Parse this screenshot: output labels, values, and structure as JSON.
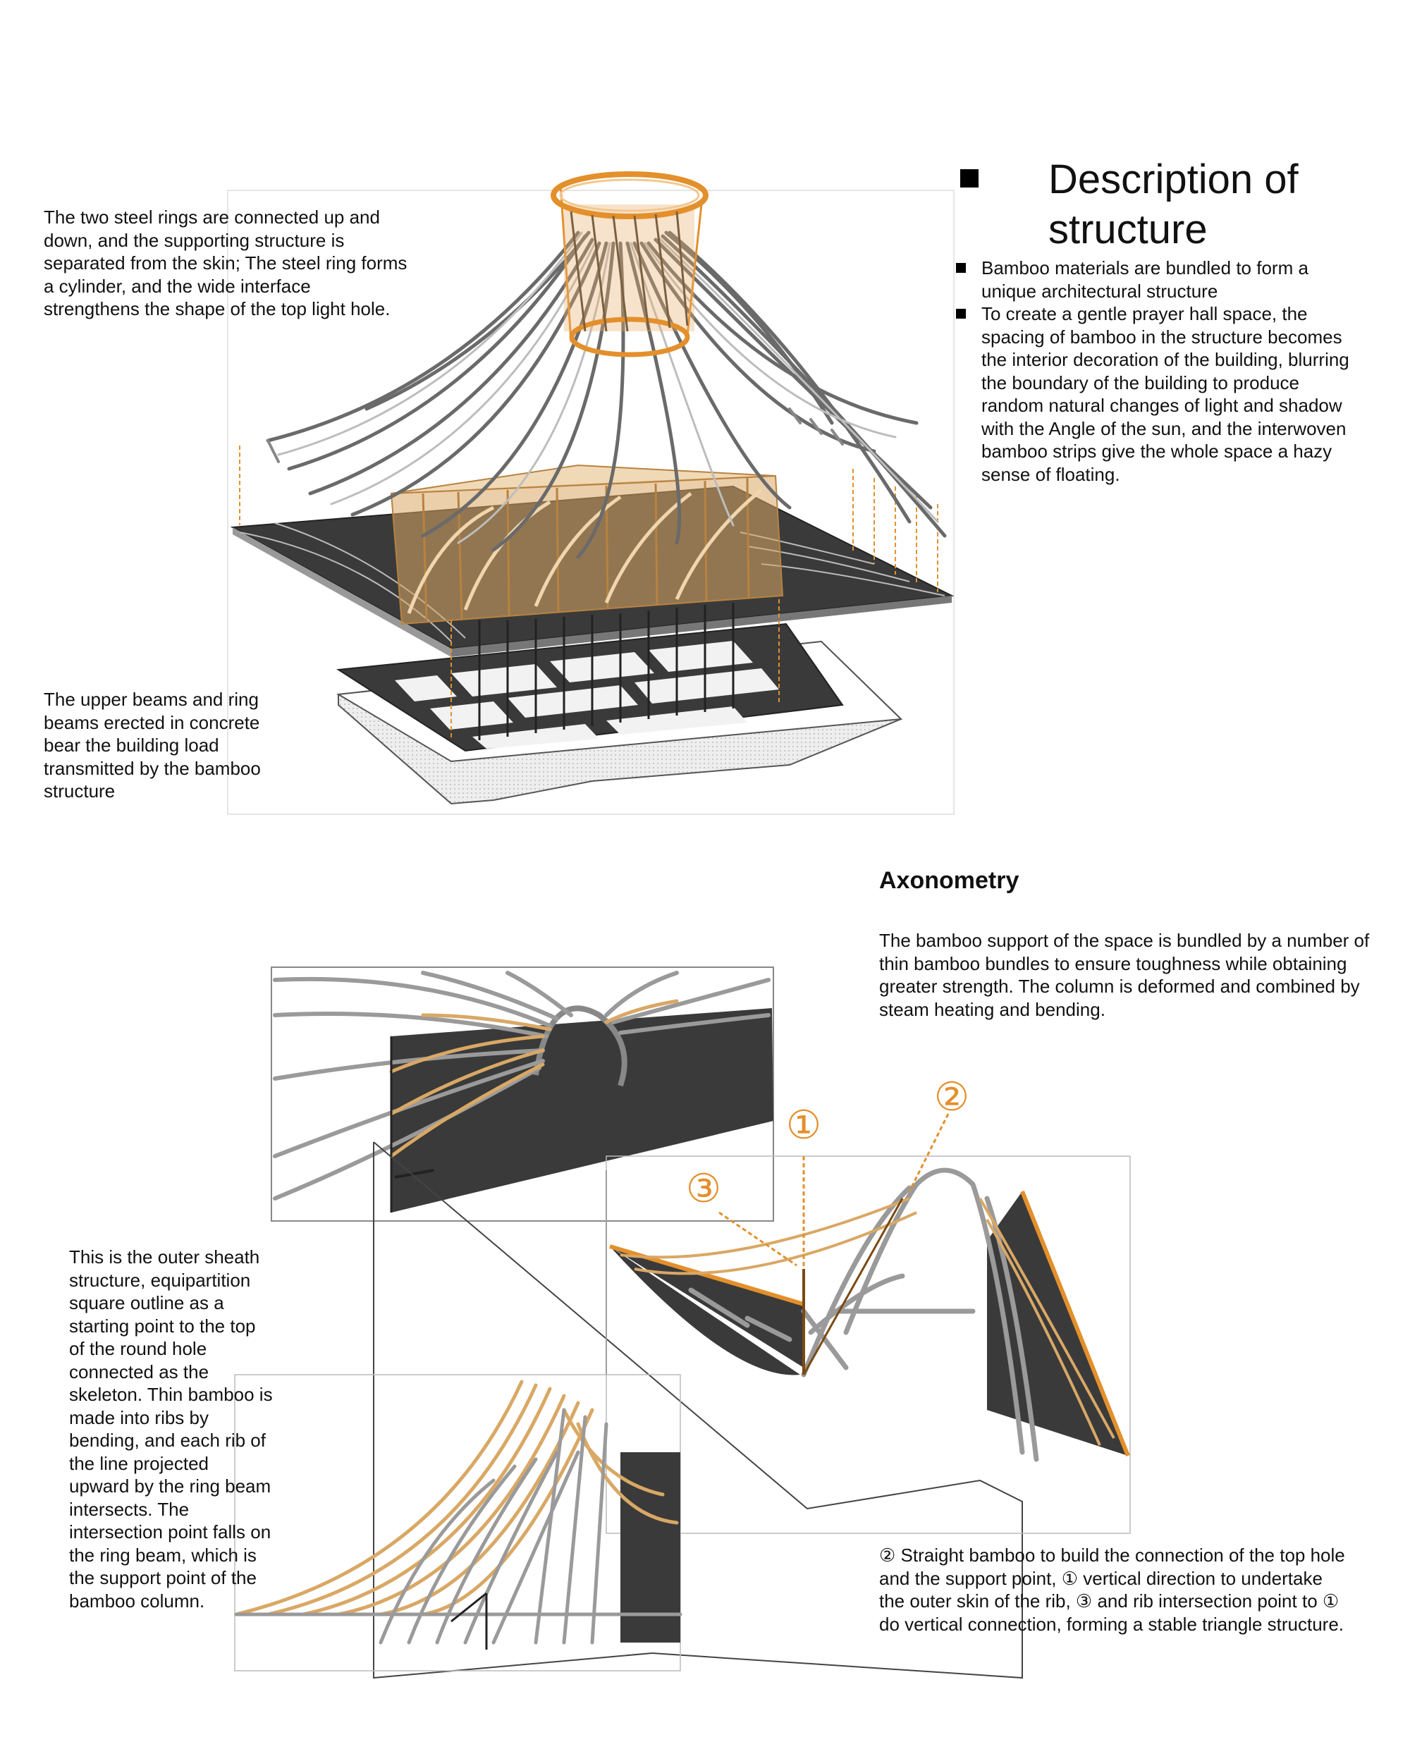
{
  "header": {
    "title_line1": "Description of",
    "title_line2": "structure",
    "bullets": [
      "Bamboo materials are bundled to form a unique architectural structure",
      "To create a gentle prayer hall space, the spacing of bamboo in the structure becomes the interior decoration of the building, blurring the boundary of the building to produce random natural changes of light and shadow with the Angle of the sun, and the interwoven bamboo strips give the whole space a hazy sense of floating."
    ]
  },
  "top_annotations": {
    "steel_rings": "The two steel rings are connected up and down, and the supporting structure is separated from the skin; The steel ring forms a cylinder, and the wide interface strengthens the shape of the top light hole.",
    "beams": "The upper beams and ring beams erected in concrete bear the building load transmitted by the bamboo structure"
  },
  "axonometry": {
    "heading": "Axonometry",
    "intro": "The bamboo support of the space is bundled by a number of thin bamboo bundles to ensure toughness while obtaining greater strength. The column is deformed and combined by steam heating and bending.",
    "outer_sheath": "This is the outer sheath structure, equipartition square outline as a starting point to the top of the round hole connected as the skeleton. Thin bamboo is made into ribs by bending, and each rib of the line projected upward by the ring beam intersects. The intersection point falls on the ring beam, which is the support point of the bamboo column.",
    "connection_note": "② Straight bamboo to build the connection of the top hole and the support point, ① vertical direction to undertake the outer skin of the rib, ③ and rib intersection point to ① do vertical connection, forming a stable triangle structure.",
    "callouts": [
      "①",
      "②",
      "③"
    ]
  },
  "colors": {
    "accent_orange": "#e3902c",
    "bamboo_tan": "#d9a865",
    "dark_panel": "#3a3a3a",
    "line_gray": "#888888"
  }
}
